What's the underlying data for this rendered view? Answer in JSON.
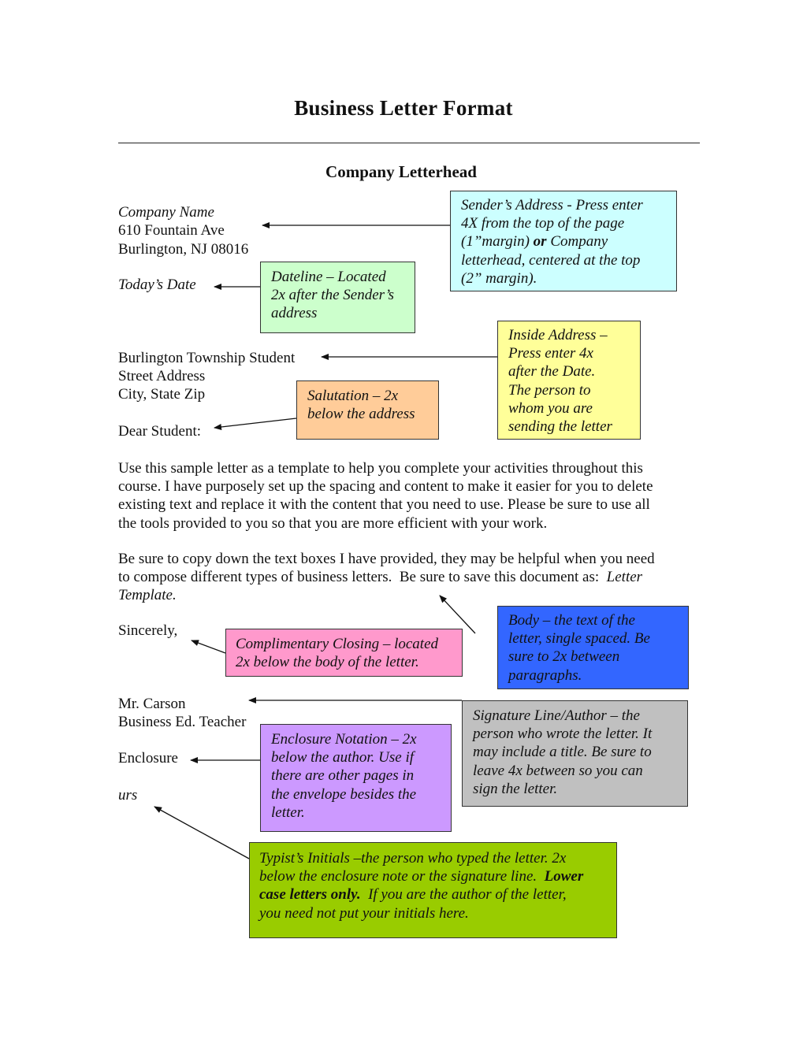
{
  "page": {
    "title": "Business Letter Format",
    "letterhead": "Company Letterhead"
  },
  "sender": {
    "company": "Company Name",
    "street": "610 Fountain Ave",
    "city": "Burlington, NJ 08016"
  },
  "date_line": "Today’s Date",
  "inside_address": {
    "name": "Burlington Township Student",
    "street": "Street Address",
    "city": "City, State Zip"
  },
  "salutation": "Dear Student:",
  "body": {
    "paragraph1": [
      "Use this sample letter as a template to help you complete your activities throughout this",
      "course.  I have purposely set up the spacing and content to make it easier for you to delete",
      "existing text and replace it with the content that you need to use.  Please be sure to use all",
      "the tools provided to you so that you are more efficient with your work."
    ],
    "paragraph2": [
      "Be sure to copy down the text boxes I have provided, they may be helpful when you need",
      "to compose different types of business letters.  Be sure to save this document as:  ",
      "Template."
    ],
    "paragraph2_italic_tail": "Letter"
  },
  "closing": "Sincerely,",
  "author": {
    "name": "Mr. Carson",
    "title": "Business Ed. Teacher"
  },
  "enclosure": "Enclosure",
  "initials": "urs",
  "callouts": {
    "sender_address": {
      "lines": [
        "Sender’s Address - Press enter",
        "4X from the top of the page",
        "(1”margin) ",
        " Company",
        "letterhead, centered at the top",
        "(2” margin)."
      ],
      "bold_or": "or",
      "color": "#ccffff"
    },
    "dateline": {
      "lines": [
        "Dateline – Located",
        "2x after the Sender’s",
        "address"
      ],
      "color": "#ccffcc"
    },
    "inside_address": {
      "lines": [
        "Inside Address –",
        "Press enter 4x",
        "after the Date.",
        "The person to",
        "whom you are",
        "sending the letter"
      ],
      "color": "#ffff99"
    },
    "salutation": {
      "lines": [
        "Salutation – 2x",
        "below the address"
      ],
      "color": "#ffcc99"
    },
    "body": {
      "lines": [
        "Body – the text of the",
        "letter, single spaced.  Be",
        "sure to 2x between",
        "paragraphs."
      ],
      "color": "#3366ff"
    },
    "closing": {
      "lines": [
        "Complimentary Closing – located",
        "2x below the body of the letter."
      ],
      "color": "#ff99cc"
    },
    "signature": {
      "lines": [
        "Signature Line/Author – the",
        "person who wrote the letter. It",
        "may include a title.  Be sure to",
        "leave 4x between so you can",
        "sign the letter."
      ],
      "color": "#c0c0c0"
    },
    "enclosure": {
      "lines": [
        "Enclosure Notation – 2x",
        "below the author.  Use if",
        "there are other pages in",
        "the envelope besides the",
        "letter."
      ],
      "color": "#cc99ff"
    },
    "typist": {
      "lines": [
        "Typist’s Initials –the person who typed the letter. 2x",
        "below the enclosure note or the signature line.  ",
        "case letters only.",
        "  If you are the author of the letter,",
        "you need not put your initials here."
      ],
      "bold_a": "Lower",
      "color": "#99cc00"
    }
  }
}
